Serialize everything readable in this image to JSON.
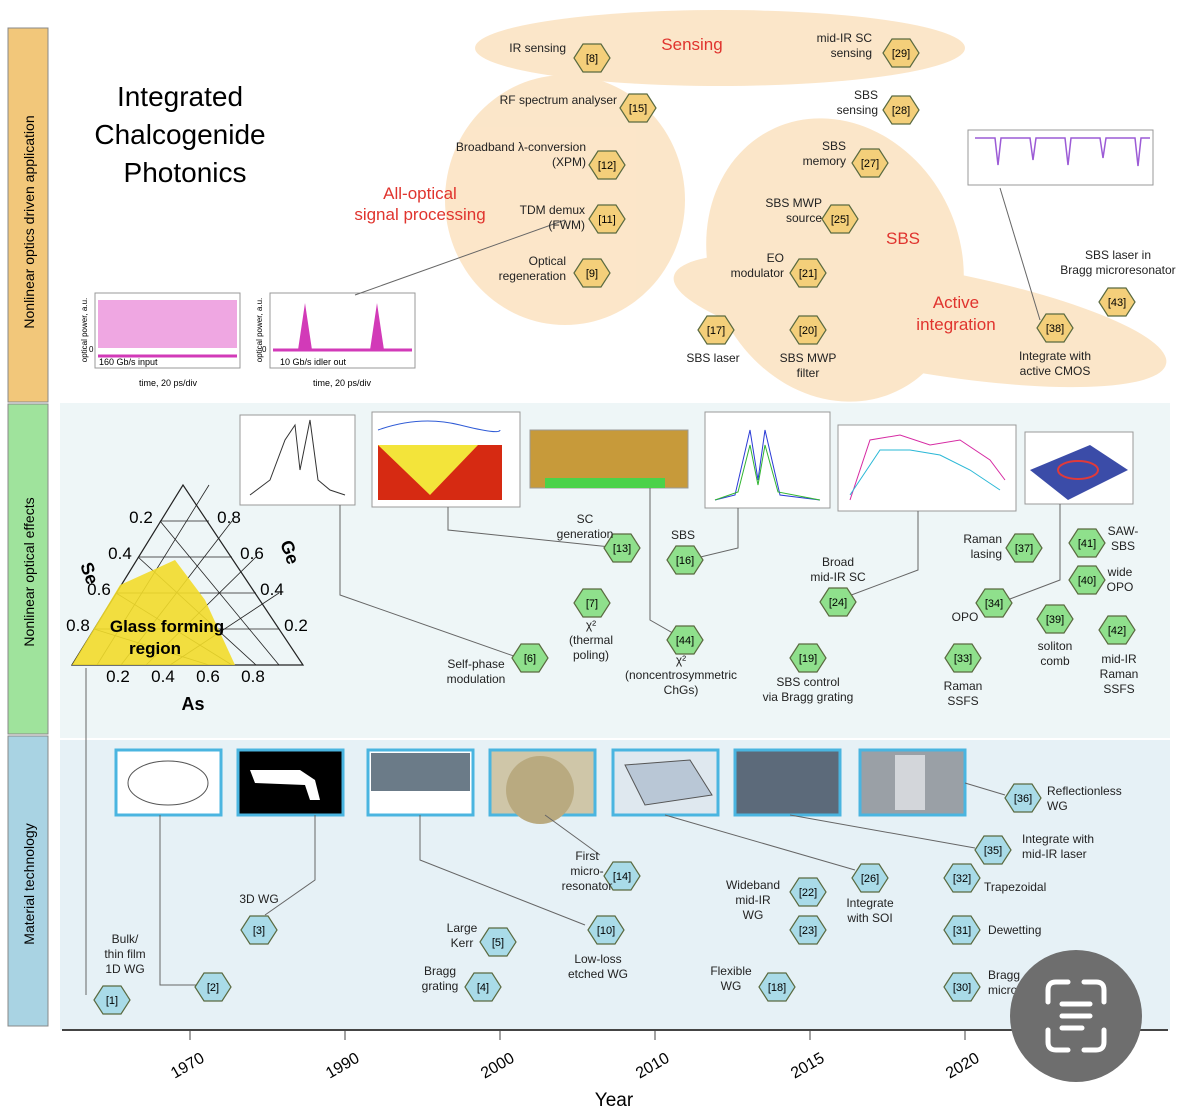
{
  "title_lines": [
    "Integrated",
    "Chalcogenide",
    "Photonics"
  ],
  "bands": {
    "app": "Nonlinear optics driven application",
    "nl": "Nonlinear optical effects",
    "mt": "Material technology"
  },
  "regions": {
    "sensing": "Sensing",
    "aosp": [
      "All-optical",
      "signal processing"
    ],
    "sbs": "SBS",
    "active": [
      "Active",
      "integration"
    ]
  },
  "axis": {
    "xlabel": "Year",
    "ticks": [
      "1970",
      "1990",
      "2000",
      "2010",
      "2015",
      "2020"
    ]
  },
  "ternary": {
    "left_axis": "Se",
    "right_axis": "Ge",
    "bottom_axis": "As",
    "left_ticks": [
      "0.2",
      "0.4",
      "0.6",
      "0.8"
    ],
    "right_ticks": [
      "0.8",
      "0.6",
      "0.4",
      "0.2"
    ],
    "bottom_ticks": [
      "0.2",
      "0.4",
      "0.6",
      "0.8"
    ],
    "region_lines": [
      "Glass forming",
      "region"
    ]
  },
  "insets": {
    "input_caption": "160 Gb/s input",
    "idler_caption": "10 Gb/s idler out",
    "time_label": "time, 20 ps/div",
    "ylabel": "optical power, a.u.",
    "zero": "0"
  },
  "nodes": [
    {
      "id": "n8",
      "ref": "[8]",
      "cat": "app",
      "text": [
        "IR sensing"
      ]
    },
    {
      "id": "n29",
      "ref": "[29]",
      "cat": "app",
      "text": [
        "mid-IR SC",
        "sensing"
      ]
    },
    {
      "id": "n15",
      "ref": "[15]",
      "cat": "app",
      "text": [
        "RF spectrum analyser"
      ]
    },
    {
      "id": "n28",
      "ref": "[28]",
      "cat": "app",
      "text": [
        "SBS",
        "sensing"
      ]
    },
    {
      "id": "n12",
      "ref": "[12]",
      "cat": "app",
      "text": [
        "Broadband λ-conversion",
        "(XPM)"
      ]
    },
    {
      "id": "n27",
      "ref": "[27]",
      "cat": "app",
      "text": [
        "SBS",
        "memory"
      ]
    },
    {
      "id": "n11",
      "ref": "[11]",
      "cat": "app",
      "text": [
        "TDM demux",
        "(FWM)"
      ]
    },
    {
      "id": "n25",
      "ref": "[25]",
      "cat": "app",
      "text": [
        "SBS MWP",
        "source"
      ]
    },
    {
      "id": "n9",
      "ref": "[9]",
      "cat": "app",
      "text": [
        "Optical",
        "regeneration"
      ]
    },
    {
      "id": "n21",
      "ref": "[21]",
      "cat": "app",
      "text": [
        "EO",
        "modulator"
      ]
    },
    {
      "id": "n43",
      "ref": "[43]",
      "cat": "app",
      "text": [
        "SBS laser in",
        "Bragg microresonator"
      ]
    },
    {
      "id": "n17",
      "ref": "[17]",
      "cat": "app",
      "text": [
        "SBS laser"
      ]
    },
    {
      "id": "n20",
      "ref": "[20]",
      "cat": "app",
      "text": [
        "SBS MWP",
        "filter"
      ]
    },
    {
      "id": "n38",
      "ref": "[38]",
      "cat": "app",
      "text": [
        "Integrate with",
        "active CMOS"
      ]
    },
    {
      "id": "n13",
      "ref": "[13]",
      "cat": "nl",
      "text": [
        "SC",
        "generation"
      ]
    },
    {
      "id": "n16",
      "ref": "[16]",
      "cat": "nl",
      "text": [
        "SBS"
      ]
    },
    {
      "id": "n24",
      "ref": "[24]",
      "cat": "nl",
      "text": [
        "Broad",
        "mid-IR SC"
      ]
    },
    {
      "id": "n37",
      "ref": "[37]",
      "cat": "nl",
      "text": [
        "Raman",
        "lasing"
      ]
    },
    {
      "id": "n41",
      "ref": "[41]",
      "cat": "nl",
      "text": [
        "SAW-",
        "SBS"
      ]
    },
    {
      "id": "n40",
      "ref": "[40]",
      "cat": "nl",
      "text": [
        "wide",
        "OPO"
      ]
    },
    {
      "id": "n34",
      "ref": "[34]",
      "cat": "nl",
      "text": [
        "OPO"
      ]
    },
    {
      "id": "n7",
      "ref": "[7]",
      "cat": "nl",
      "text": [
        "χ²",
        "(thermal",
        "poling)"
      ]
    },
    {
      "id": "n44",
      "ref": "[44]",
      "cat": "nl",
      "text": [
        "χ²",
        "(noncentrosymmetric",
        "ChGs)"
      ]
    },
    {
      "id": "n39",
      "ref": "[39]",
      "cat": "nl",
      "text": [
        "soliton",
        "comb"
      ]
    },
    {
      "id": "n42",
      "ref": "[42]",
      "cat": "nl",
      "text": [
        "mid-IR",
        "Raman",
        "SSFS"
      ]
    },
    {
      "id": "n6",
      "ref": "[6]",
      "cat": "nl",
      "text": [
        "Self-phase",
        "modulation"
      ]
    },
    {
      "id": "n19",
      "ref": "[19]",
      "cat": "nl",
      "text": [
        "SBS control",
        "via Bragg grating"
      ]
    },
    {
      "id": "n33",
      "ref": "[33]",
      "cat": "nl",
      "text": [
        "Raman",
        "SSFS"
      ]
    },
    {
      "id": "n36",
      "ref": "[36]",
      "cat": "mt",
      "text": [
        "Reflectionless",
        "WG"
      ]
    },
    {
      "id": "n35",
      "ref": "[35]",
      "cat": "mt",
      "text": [
        "Integrate with",
        "mid-IR laser"
      ]
    },
    {
      "id": "n14",
      "ref": "[14]",
      "cat": "mt",
      "text": [
        "First",
        "micro-",
        "resonator"
      ]
    },
    {
      "id": "n26",
      "ref": "[26]",
      "cat": "mt",
      "text": [
        "Integrate",
        "with SOI"
      ]
    },
    {
      "id": "n22",
      "ref": "[22]",
      "cat": "mt",
      "text": [
        "Wideband",
        "mid-IR",
        "WG"
      ]
    },
    {
      "id": "n32",
      "ref": "[32]",
      "cat": "mt",
      "text": [
        "Trapezoidal"
      ]
    },
    {
      "id": "n3",
      "ref": "[3]",
      "cat": "mt",
      "text": [
        "3D WG"
      ]
    },
    {
      "id": "n23",
      "ref": "[23]",
      "cat": "mt",
      "text": []
    },
    {
      "id": "n5",
      "ref": "[5]",
      "cat": "mt",
      "text": [
        "Large",
        "Kerr"
      ]
    },
    {
      "id": "n10",
      "ref": "[10]",
      "cat": "mt",
      "text": [
        "Low-loss",
        "etched WG"
      ]
    },
    {
      "id": "n31",
      "ref": "[31]",
      "cat": "mt",
      "text": [
        "Dewetting"
      ]
    },
    {
      "id": "n2",
      "ref": "[2]",
      "cat": "mt",
      "text": [
        "Bulk/",
        "thin film",
        "1D WG"
      ]
    },
    {
      "id": "n4",
      "ref": "[4]",
      "cat": "mt",
      "text": [
        "Bragg",
        "grating"
      ]
    },
    {
      "id": "n18",
      "ref": "[18]",
      "cat": "mt",
      "text": [
        "Flexible",
        "WG"
      ]
    },
    {
      "id": "n30",
      "ref": "[30]",
      "cat": "mt",
      "text": [
        "Bragg",
        "micro"
      ]
    },
    {
      "id": "n1",
      "ref": "[1]",
      "cat": "mt",
      "text": []
    }
  ],
  "colors": {
    "app_band": "#f2c77a",
    "nl_band": "#9fe39c",
    "mt_band": "#a9d3e3",
    "hex_app": "#f4cf7a",
    "hex_nl": "#8fe08c",
    "hex_mt": "#a9dbe8",
    "region_fill": "#fbe2c0",
    "accent_red": "#e0342e"
  },
  "lens_icon": "scan-text-icon"
}
